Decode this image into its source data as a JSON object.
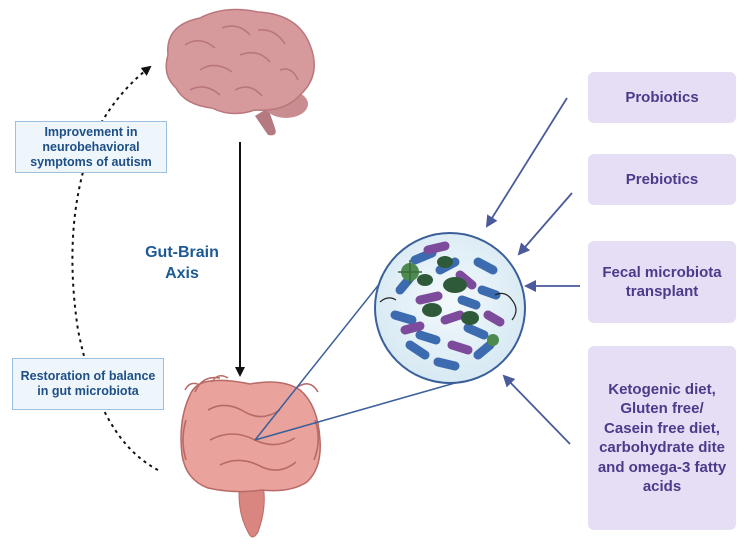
{
  "labels": {
    "improvement": "Improvement in neurobehavioral symptoms of autism",
    "restoration": "Restoration of balance in gut microbiota",
    "axis": "Gut-Brain Axis"
  },
  "treatments": [
    {
      "label": "Probiotics"
    },
    {
      "label": "Prebiotics"
    },
    {
      "label": "Fecal microbiota transplant"
    },
    {
      "label": "Ketogenic diet, Gluten free/ Casein free diet, carbohydrate dite and omega-3 fatty acids"
    }
  ],
  "colors": {
    "brain": "#d79a9c",
    "intestine": "#e79b96",
    "note_bg": "#eef5fb",
    "treatment_bg": "#e5def5",
    "treatment_text": "#4c3a8a",
    "arrow": "#4a5a9b"
  }
}
